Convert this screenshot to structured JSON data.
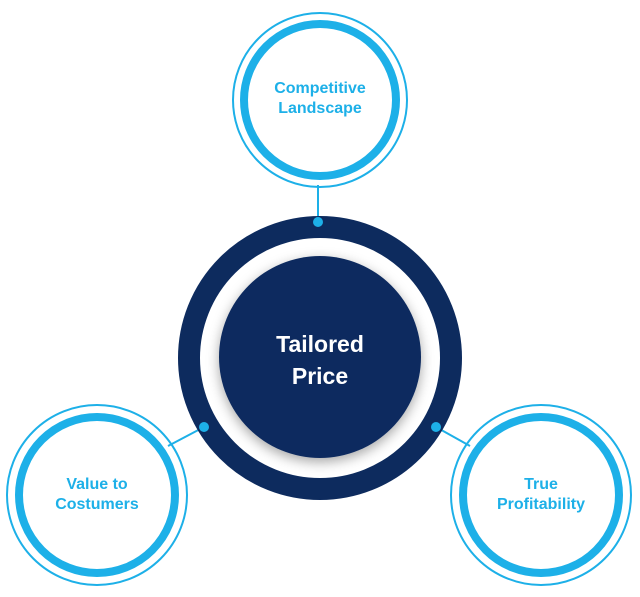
{
  "center": {
    "line1": "Tailored",
    "line2": "Price"
  },
  "nodes": {
    "top": {
      "line1": "Competitive",
      "line2": "Landscape"
    },
    "left": {
      "line1": "Value to",
      "line2": "Costumers"
    },
    "right": {
      "line1": "True",
      "line2": "Profitability"
    }
  },
  "colors": {
    "navy": "#0d2b5e",
    "accent": "#1db0e8"
  }
}
